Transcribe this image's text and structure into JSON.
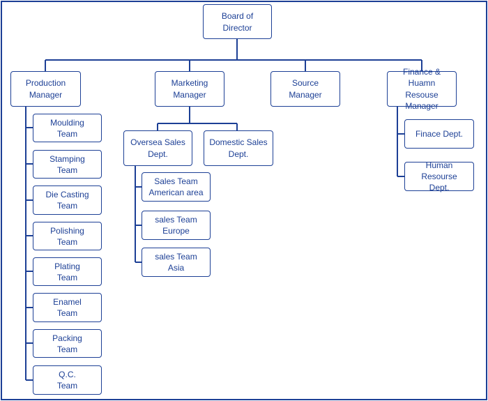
{
  "colors": {
    "line": "#1c3f95",
    "text": "#1c3f95",
    "box_bg": "#ffffff"
  },
  "nodes": {
    "board": {
      "line1": "Board of",
      "line2": "Director"
    },
    "production": {
      "line1": "Production",
      "line2": "Manager"
    },
    "marketing": {
      "line1": "Marketing",
      "line2": "Manager"
    },
    "source": {
      "line1": "Source",
      "line2": "Manager"
    },
    "finance": {
      "line1": "Finance & Huamn",
      "line2": "Resouse Manager"
    },
    "moulding": {
      "line1": "Moulding",
      "line2": "Team"
    },
    "stamping": {
      "line1": "Stamping",
      "line2": "Team"
    },
    "die_casting": {
      "line1": "Die Casting",
      "line2": "Team"
    },
    "polishing": {
      "line1": "Polishing",
      "line2": "Team"
    },
    "plating": {
      "line1": "Plating",
      "line2": "Team"
    },
    "enamel": {
      "line1": "Enamel",
      "line2": "Team"
    },
    "packing": {
      "line1": "Packing",
      "line2": "Team"
    },
    "qc": {
      "line1": "Q.C.",
      "line2": "Team"
    },
    "oversea": {
      "line1": "Oversea Sales",
      "line2": "Dept."
    },
    "domestic": {
      "line1": "Domestic Sales",
      "line2": "Dept."
    },
    "sales_american": {
      "line1": "Sales Team",
      "line2": "American area"
    },
    "sales_europe": {
      "line1": "sales Team",
      "line2": "Europe"
    },
    "sales_asia": {
      "line1": "sales Team",
      "line2": "Asia"
    },
    "finace_dept": {
      "line1": "Finace Dept.",
      "line2": ""
    },
    "hr_dept": {
      "line1": "Human Resourse",
      "line2": "Dept."
    }
  }
}
